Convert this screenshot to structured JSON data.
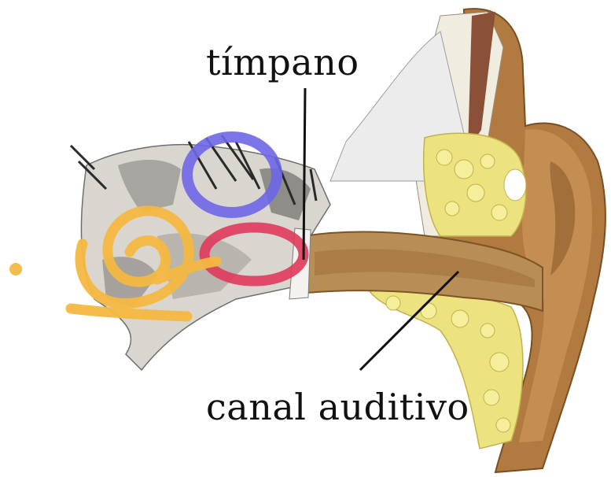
{
  "labels": {
    "eardrum": "tímpano",
    "ear_canal": "canal auditivo"
  },
  "colors": {
    "background": "#ffffff",
    "skin_outer": "#a8743d",
    "skin_light": "#d7b17a",
    "cartilage_fat": "#ede27e",
    "bone_white": "#f3f1ea",
    "bone_shadow": "#8d8d8d",
    "canal_brown": "#b98d56",
    "highlight_blue": "#6e66e6",
    "highlight_red": "#e03a5c",
    "highlight_yellow": "#f5b942",
    "leader_line": "#111111"
  },
  "icons": {
    "ossicles_circle": "blue-circle-highlight",
    "eardrum_circle": "red-circle-highlight",
    "cochlea_spiral": "yellow-spiral-highlight"
  }
}
